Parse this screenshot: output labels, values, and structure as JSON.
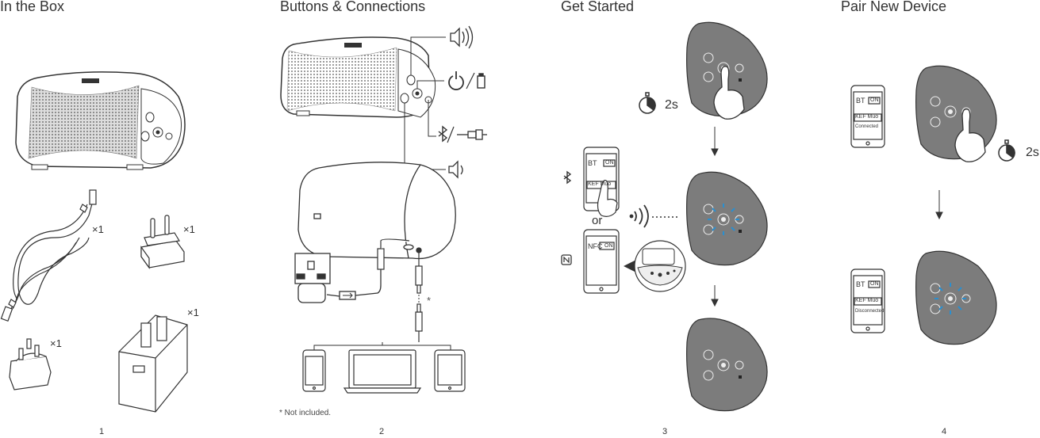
{
  "panels": [
    {
      "title": "In the Box",
      "page": "1"
    },
    {
      "title": "Buttons & Connections",
      "page": "2"
    },
    {
      "title": "Get Started",
      "page": "3"
    },
    {
      "title": "Pair New Device",
      "page": "4"
    }
  ],
  "in_the_box": {
    "qty_cable": "×1",
    "qty_plug_eu": "×1",
    "qty_adapter": "×1",
    "qty_plug_uk": "×1"
  },
  "connections": {
    "note": "* Not included.",
    "asterisk": "*"
  },
  "get_started": {
    "hold_time": "2s",
    "or_label": "or",
    "phone_bt": {
      "bt": "BT",
      "on": "ON",
      "device": "KEF Muo"
    },
    "phone_nfc": {
      "nfc": "NFC",
      "on": "ON"
    }
  },
  "pair_new_device": {
    "hold_time": "2s",
    "phone_connected": {
      "bt": "BT",
      "on": "ON",
      "device": "KEF Muo",
      "status": "Connected"
    },
    "phone_disconnected": {
      "bt": "BT",
      "on": "ON",
      "device": "KEF Muo",
      "status": "Disconnected"
    }
  },
  "icons": [
    "speaker-volume-up-icon",
    "power-icon",
    "battery-icon",
    "bluetooth-icon",
    "aux-jack-icon",
    "speaker-volume-down-icon",
    "timer-icon",
    "nfc-icon",
    "wireless-signal-icon",
    "usb-icon"
  ],
  "colors": {
    "speaker_gray": "#7a7a7a",
    "led_blue": "#2a8fd0",
    "line": "#333333"
  }
}
